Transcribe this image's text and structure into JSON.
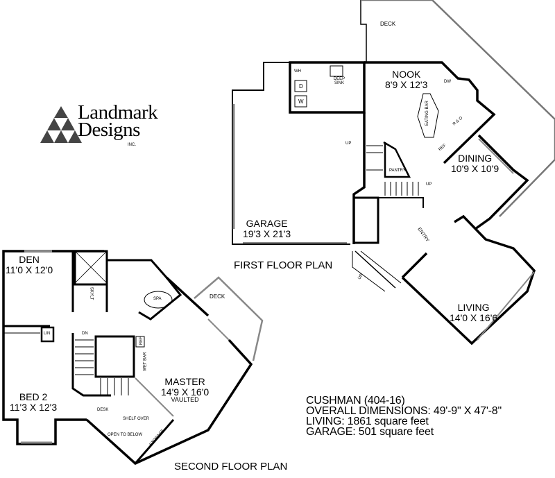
{
  "logo": {
    "line1": "Landmark",
    "line2": "Designs",
    "suffix": "INC."
  },
  "first_floor": {
    "title": "FIRST FLOOR PLAN",
    "rooms": [
      {
        "name": "NOOK",
        "size": "8'9 X 12'3"
      },
      {
        "name": "DINING",
        "size": "10'9 X 10'9"
      },
      {
        "name": "GARAGE",
        "size": "19'3 X 21'3"
      },
      {
        "name": "LIVING",
        "size": "14'0 X 16'6"
      }
    ],
    "labels": {
      "deck": "DECK",
      "wh": "WH",
      "deep_sink": "DEEP SINK",
      "dryer": "D",
      "washer": "W",
      "dw": "DW",
      "eating_bar": "EATING BAR",
      "range_oven": "R & O",
      "ref": "REF",
      "pantry": "PANTRY",
      "up1": "UP",
      "up2": "UP",
      "up3": "UP",
      "entry": "ENTRY"
    }
  },
  "second_floor": {
    "title": "SECOND FLOOR PLAN",
    "rooms": [
      {
        "name": "DEN",
        "size": "11'0 X 12'0"
      },
      {
        "name": "BED 2",
        "size": "11'3 X 12'3"
      },
      {
        "name": "MASTER",
        "size": "14'9 X 16'0",
        "note": "VAULTED"
      }
    ],
    "labels": {
      "deck": "DECK",
      "skylt": "SKYLT",
      "spa": "SPA",
      "lin": "LIN",
      "dn": "DN",
      "ref": "REF",
      "wet_bar": "WET BAR",
      "desk": "DESK",
      "shelf_over": "SHELF OVER",
      "open_to_below": "OPEN TO BELOW",
      "storage": "STORAGE"
    }
  },
  "info": {
    "plan_name": "CUSHMAN (404-16)",
    "overall_dimensions": "OVERALL DIMENSIONS: 49'-9\" X 47'-8\"",
    "living": "LIVING: 1861 square feet",
    "garage": "GARAGE: 501 square feet"
  }
}
